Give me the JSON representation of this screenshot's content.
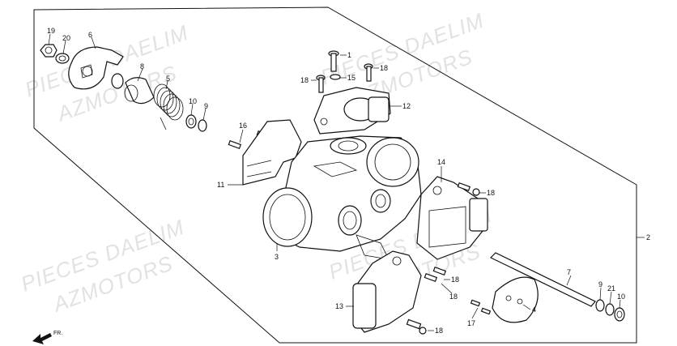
{
  "watermarks": [
    {
      "text": "PIECES DAELIM"
    },
    {
      "text": "AZMOTORS"
    },
    {
      "text": "PIECES DAELIM"
    },
    {
      "text": "AZMOTORS"
    },
    {
      "text": "PIECES DAELIM"
    },
    {
      "text": "AZMOTORS"
    },
    {
      "text": "PIECES DAELIM"
    },
    {
      "text": "AZMOTORS"
    }
  ],
  "callouts": {
    "p19": "19",
    "p20": "20",
    "p6": "6",
    "p8": "8",
    "p5": "5",
    "p10a": "10",
    "p9a": "9",
    "p1": "1",
    "p18a": "18",
    "p18b": "18",
    "p15": "15",
    "p12": "12",
    "p16": "16",
    "p11": "11",
    "p14": "14",
    "p18c": "18",
    "p2": "2",
    "p3": "3",
    "p7": "7",
    "p18d": "18",
    "p9b": "9",
    "p21": "21",
    "p10b": "10",
    "p4": "4",
    "p17": "17",
    "p13": "13",
    "p18e": "18"
  },
  "front_marker": {
    "label": "FR."
  }
}
